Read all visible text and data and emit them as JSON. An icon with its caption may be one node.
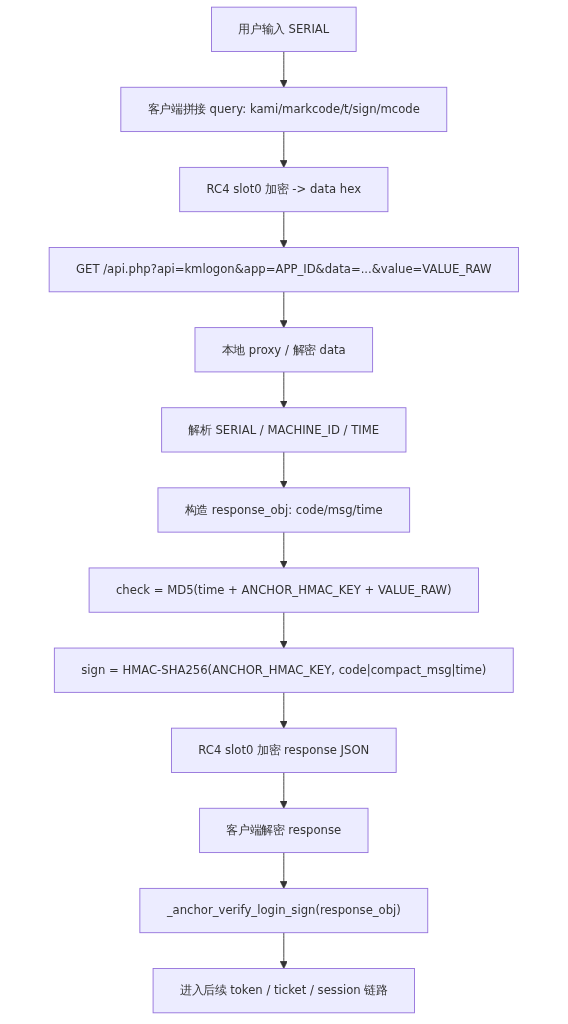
{
  "diagram": {
    "nodes": [
      {
        "text": [
          "用户输入 SERIAL"
        ]
      },
      {
        "text": [
          "客户端拼接 query: kami/markcode/t/sign/mcode"
        ]
      },
      {
        "text": [
          "RC4 slot0 加密 -> data hex"
        ]
      },
      {
        "text": [
          "GET /api.php?api=kmlogon&app=APP_ID&data=...&value=VALUE_RAW"
        ]
      },
      {
        "text": [
          "本地 proxy / 解密 data"
        ]
      },
      {
        "text": [
          "解析 SERIAL / MACHINE_ID / TIME"
        ]
      },
      {
        "text": [
          "构造 response_obj: code/msg/time"
        ]
      },
      {
        "text": [
          "check = MD5(time + ANCHOR_HMAC_KEY + VALUE_RAW)"
        ]
      },
      {
        "text": [
          "sign = HMAC-SHA256(ANCHOR_HMAC_KEY, code|compact_msg|time)"
        ]
      },
      {
        "text": [
          "RC4 slot0 加密 response JSON"
        ]
      },
      {
        "text": [
          "客户端解密 response"
        ]
      },
      {
        "text": [
          "_anchor_verify_login_sign(response_obj)"
        ]
      },
      {
        "text": [
          "进入后续 token / ticket / session 链路"
        ]
      }
    ],
    "edges": [
      {
        "from": 0,
        "to": 1,
        "arrow": "to"
      },
      {
        "from": 1,
        "to": 2,
        "arrow": "to"
      },
      {
        "from": 2,
        "to": 3,
        "arrow": "to"
      },
      {
        "from": 3,
        "to": 4,
        "arrow": "to"
      },
      {
        "from": 4,
        "to": 5,
        "arrow": "to"
      },
      {
        "from": 5,
        "to": 6,
        "arrow": "to"
      },
      {
        "from": 6,
        "to": 7,
        "arrow": "to"
      },
      {
        "from": 7,
        "to": 8,
        "arrow": "to"
      },
      {
        "from": 8,
        "to": 9,
        "arrow": "to"
      },
      {
        "from": 9,
        "to": 10,
        "arrow": "to"
      },
      {
        "from": 10,
        "to": 11,
        "arrow": "to"
      },
      {
        "from": 11,
        "to": 12,
        "arrow": "to"
      }
    ]
  }
}
